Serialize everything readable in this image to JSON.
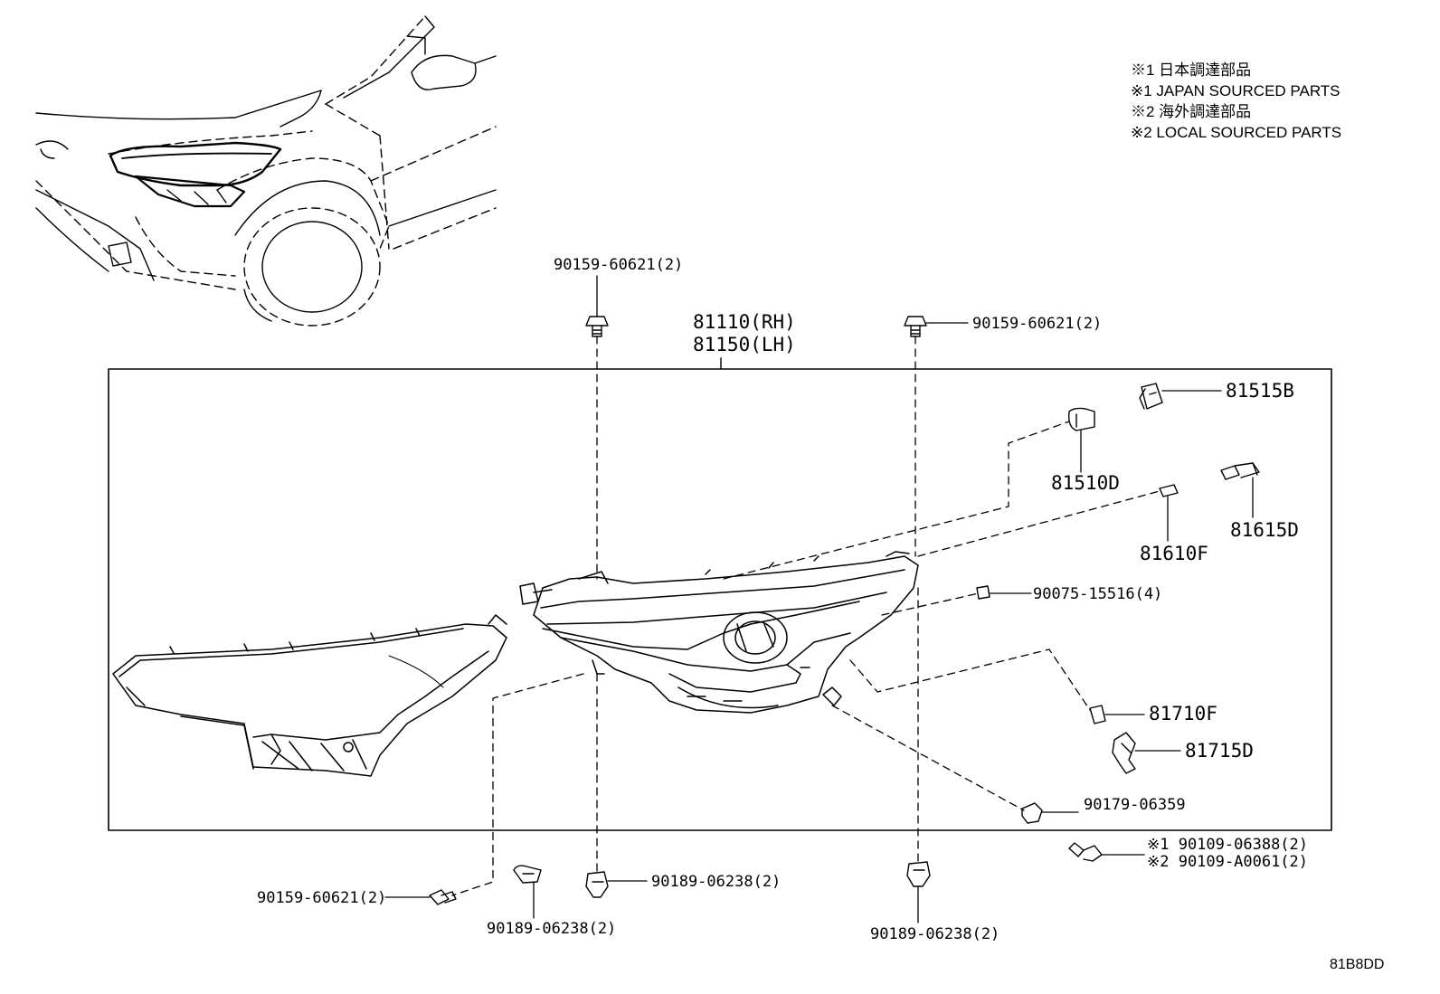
{
  "notes": [
    "※1 日本調達部品",
    "※1 JAPAN SOURCED PARTS",
    "※2 海外調達部品",
    "※2 LOCAL SOURCED PARTS"
  ],
  "assembly": {
    "rh": "81110(RH)",
    "lh": "81150(LH)"
  },
  "parts": {
    "bolt_top_left": "90159-60621(2)",
    "bolt_top_right": "90159-60621(2)",
    "bulb_81515B": "81515B",
    "bulb_81510D": "81510D",
    "bulb_81610F": "81610F",
    "socket_81615D": "81615D",
    "cap_90075": "90075-15516(4)",
    "bulb_81710F": "81710F",
    "socket_81715D": "81715D",
    "nut_90179": "90179-06359",
    "bolt_j1": "※1 90109-06388(2)",
    "bolt_j2": "※2 90109-A0061(2)",
    "bolt_bottom_left": "90159-60621(2)",
    "clip_bottom_left": "90189-06238(2)",
    "clip_bottom_center": "90189-06238(2)",
    "clip_bottom_right": "90189-06238(2)"
  },
  "diagram_code": "81B8DD"
}
